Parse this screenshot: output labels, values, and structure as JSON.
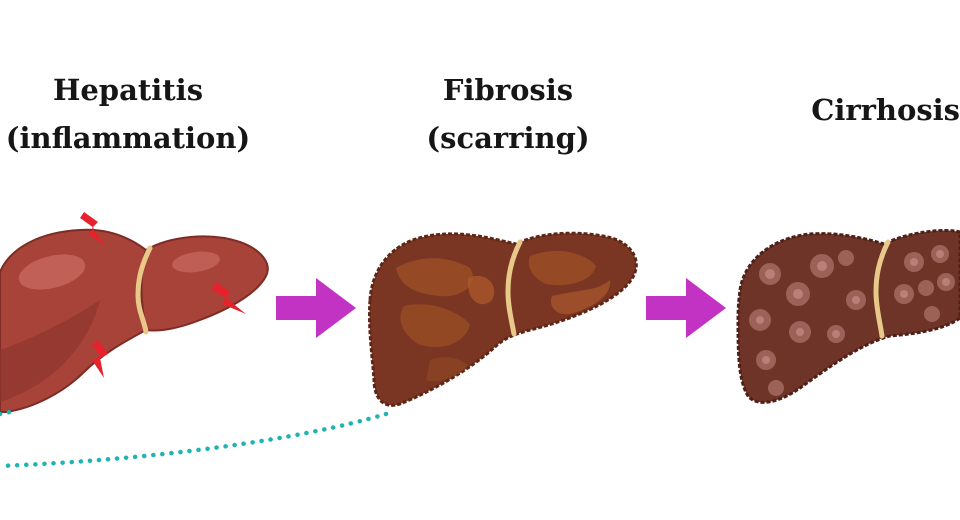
{
  "stages": [
    {
      "id": "hepatitis",
      "title": "Hepatitis",
      "subtitle": "(inflammation)"
    },
    {
      "id": "fibrosis",
      "title": "Fibrosis",
      "subtitle": "(scarring)"
    },
    {
      "id": "cirrhosis",
      "title": "Cirrhosis",
      "subtitle": ""
    }
  ],
  "colors": {
    "healthy_liver": "#a8433a",
    "fibrotic_liver": "#7a3622",
    "cirrhotic_liver": "#6e3428",
    "ligament": "#e8c98a",
    "arrow": "#c233c4",
    "pain_mark": "#e8222c",
    "dotted_line": "#1fb3b3"
  }
}
